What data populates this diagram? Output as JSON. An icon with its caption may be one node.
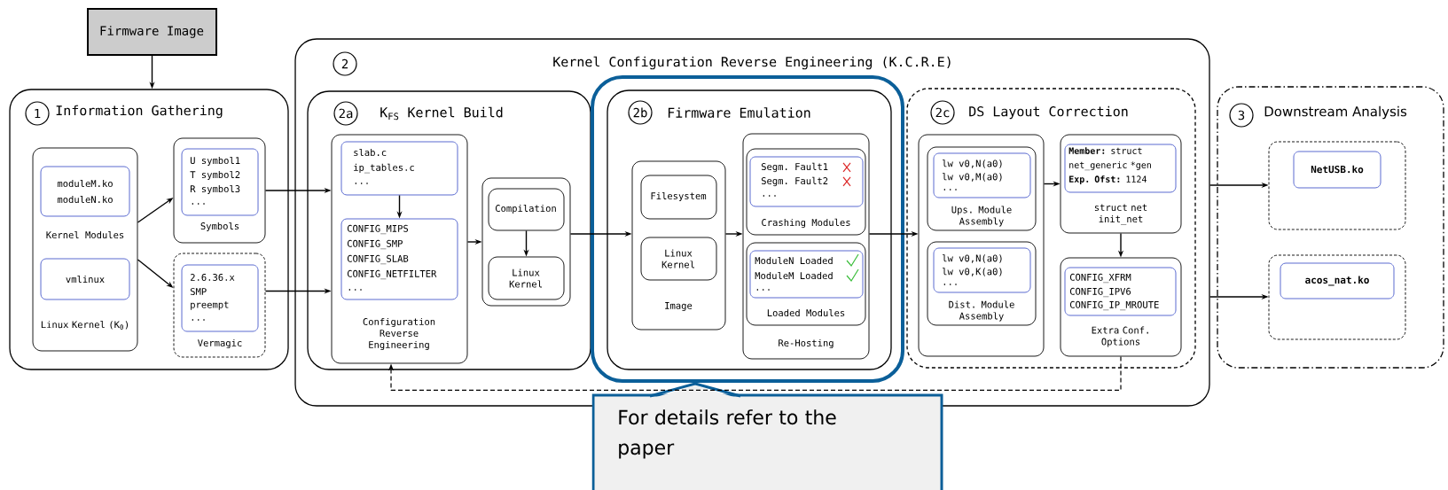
{
  "diagram": {
    "nodes": [
      {
        "text": [
          "Firmware Image"
        ]
      },
      {
        "text": [
          "1",
          "Information Gathering"
        ]
      },
      {
        "text": [
          "Kernel Modules",
          "Linux Kernel (K$_{0}$)"
        ],
        "in": 1
      },
      {
        "text": [
          "moduleM.ko",
          "moduleN.ko"
        ],
        "in": 2
      },
      {
        "text": [
          "vmlinux"
        ],
        "in": 2
      },
      {
        "text": [
          "Symbols"
        ],
        "in": 1
      },
      {
        "text": [
          "U symbol1",
          "T symbol2",
          "R symbol3",
          "..."
        ],
        "in": 5
      },
      {
        "text": [
          "Vermagic"
        ],
        "in": 1
      },
      {
        "text": [
          "2.6.36.x",
          "SMP",
          "preempt",
          "..."
        ],
        "in": 7
      },
      {
        "text": [
          "2",
          "Kernel Configuration Reverse Engineering (K.C.R.E)"
        ]
      },
      {
        "text": [
          "2a",
          "K$_{FS}$ Kernel Build"
        ],
        "in": 9
      },
      {
        "text": [
          "Configuration Reverse Engineering"
        ],
        "in": 10
      },
      {
        "text": [
          "slab.c",
          "ip_tables.c",
          "..."
        ],
        "in": 11
      },
      {
        "text": [
          "CONFIG_MIPS",
          "CONFIG_SMP",
          "CONFIG_SLAB",
          "CONFIG_NETFILTER",
          "..."
        ],
        "in": 11
      },
      {
        "text": [],
        "shape": "box",
        "in": 10
      },
      {
        "text": [
          "Compilation"
        ],
        "in": 14
      },
      {
        "text": [
          "Linux Kernel"
        ],
        "in": 14
      },
      {
        "text": [],
        "shape": "box",
        "in": 9
      },
      {
        "text": [
          "2b",
          "Firmware Emulation"
        ],
        "in": 17
      },
      {
        "text": [
          "Image"
        ],
        "in": 18
      },
      {
        "text": [
          "Filesystem"
        ],
        "in": 19
      },
      {
        "text": [
          "Linux Kernel"
        ],
        "in": 19
      },
      {
        "text": [
          "Re-Hosting"
        ],
        "in": 18
      },
      {
        "text": [
          "Crashing Modules"
        ],
        "in": 22
      },
      {
        "text": [
          "Segm. Fault1",
          "Segm. Fault2",
          "..."
        ],
        "in": 23
      },
      {
        "text": [
          "Loaded Modules"
        ],
        "in": 22
      },
      {
        "text": [
          "ModuleN Loaded",
          "ModuleM Loaded",
          "..."
        ],
        "in": 25
      },
      {
        "text": [
          "2c",
          "DS Layout Correction"
        ],
        "in": 9
      },
      {
        "text": [],
        "shape": "box",
        "in": 27
      },
      {
        "text": [
          "Ups. Module Assembly"
        ],
        "in": 28
      },
      {
        "text": [
          "lw v0,N(a0)",
          "lw v0,M(a0)",
          "..."
        ],
        "in": 29
      },
      {
        "text": [
          "Dist. Module Assembly"
        ],
        "in": 28
      },
      {
        "text": [
          "lw v0,N(a0)",
          "lw v0,K(a0)",
          "..."
        ],
        "in": 31
      },
      {
        "text": [
          "struct net init_net"
        ],
        "in": 27
      },
      {
        "text": [
          "**Member:** struct net_generic *gen",
          "**Exp. Ofst:** 1124"
        ],
        "in": 33
      },
      {
        "text": [
          "Extra Conf. Options"
        ],
        "in": 27
      },
      {
        "text": [
          "CONFIG_XFRM",
          "CONFIG_IPV6",
          "CONFIG_IP_MROUTE"
        ],
        "in": 35
      },
      {
        "text": [
          "3",
          "Downstream Analysis"
        ]
      },
      {
        "text": [],
        "shape": "box",
        "in": 37
      },
      {
        "text": [
          "NetUSB.ko"
        ],
        "in": 38
      },
      {
        "text": [],
        "shape": "box",
        "in": 37
      },
      {
        "text": [
          "acos_nat.ko"
        ],
        "in": 40
      },
      {
        "text": [
          "For details refer to the paper"
        ]
      }
    ],
    "edges": [
      {
        "from": 0,
        "to": 1,
        "arrow": "to"
      },
      {
        "from": 2,
        "to": 5,
        "arrow": "to"
      },
      {
        "from": 2,
        "to": 7,
        "arrow": "to"
      },
      {
        "from": 5,
        "to": 11,
        "arrow": "to"
      },
      {
        "from": 7,
        "to": 11,
        "arrow": "to"
      },
      {
        "from": 12,
        "to": 13,
        "arrow": "to"
      },
      {
        "from": 11,
        "to": 14,
        "arrow": "to"
      },
      {
        "from": 15,
        "to": 16,
        "arrow": "to"
      },
      {
        "from": 14,
        "to": 19,
        "arrow": "to"
      },
      {
        "from": 19,
        "to": 22,
        "arrow": "to"
      },
      {
        "from": 22,
        "to": 28,
        "arrow": "to"
      },
      {
        "from": 28,
        "to": 33,
        "arrow": "to"
      },
      {
        "from": 33,
        "to": 35,
        "arrow": "to"
      },
      {
        "from": 35,
        "to": 11,
        "arrow": "to",
        "style": "dashed"
      },
      {
        "from": 9,
        "to": 38,
        "arrow": "to"
      },
      {
        "from": 9,
        "to": 40,
        "arrow": "to"
      }
    ]
  }
}
